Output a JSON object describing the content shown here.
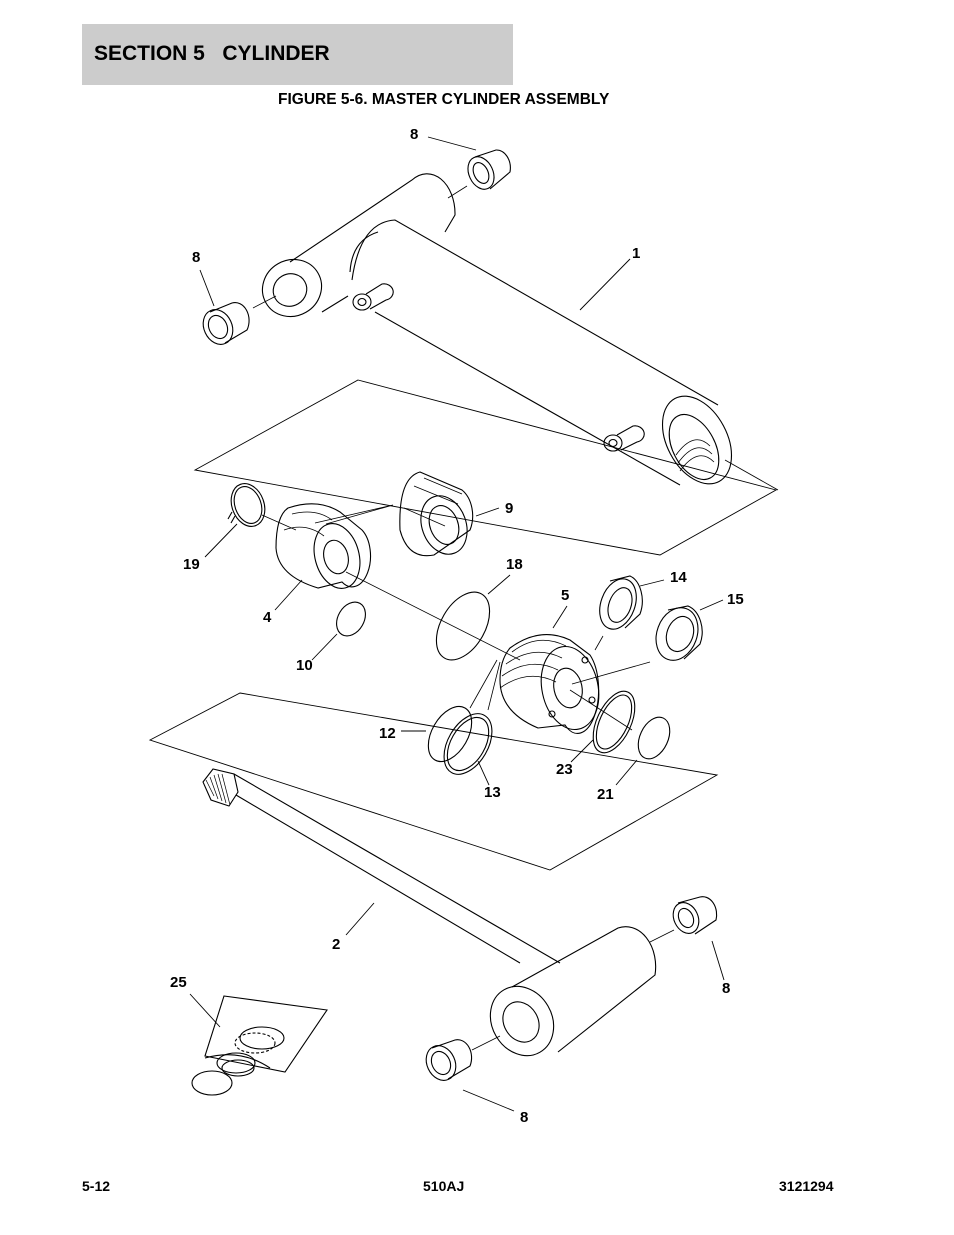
{
  "header": {
    "section_title": "SECTION 5   CYLINDER",
    "figure_title": "FIGURE 5-6. MASTER CYLINDER ASSEMBLY"
  },
  "callouts": {
    "c8_top": "8",
    "c8_left": "8",
    "c1": "1",
    "c9": "9",
    "c19": "19",
    "c18": "18",
    "c14": "14",
    "c5": "5",
    "c15": "15",
    "c4": "4",
    "c10": "10",
    "c12": "12",
    "c13": "13",
    "c23": "23",
    "c21": "21",
    "c2": "2",
    "c25": "25",
    "c8_right": "8",
    "c8_bottom": "8"
  },
  "footer": {
    "page_number": "5-12",
    "model": "510AJ",
    "part_number": "3121294"
  }
}
